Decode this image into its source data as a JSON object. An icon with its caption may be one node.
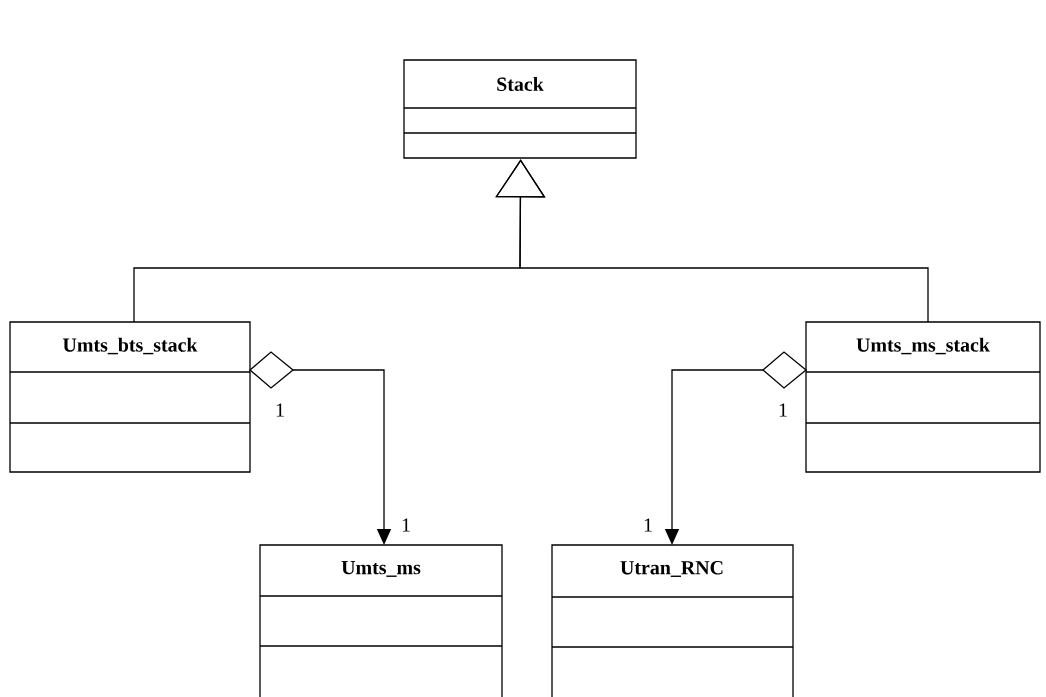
{
  "diagram": {
    "nodes": [
      {
        "text": [
          "Stack"
        ]
      },
      {
        "text": [
          "Umts_bts_stack"
        ]
      },
      {
        "text": [
          "Umts_ms_stack"
        ]
      },
      {
        "text": [
          "Umts_ms"
        ]
      },
      {
        "text": [
          "Utran_RNC"
        ]
      }
    ],
    "edges": [
      {
        "from": 1,
        "to": 0,
        "arrow": "to"
      },
      {
        "from": 2,
        "to": 0,
        "arrow": "to"
      },
      {
        "from": 1,
        "to": 3,
        "arrow": "to"
      },
      {
        "from": 2,
        "to": 4,
        "arrow": "to"
      }
    ],
    "labels": [
      "1",
      "1",
      "1",
      "1"
    ]
  }
}
